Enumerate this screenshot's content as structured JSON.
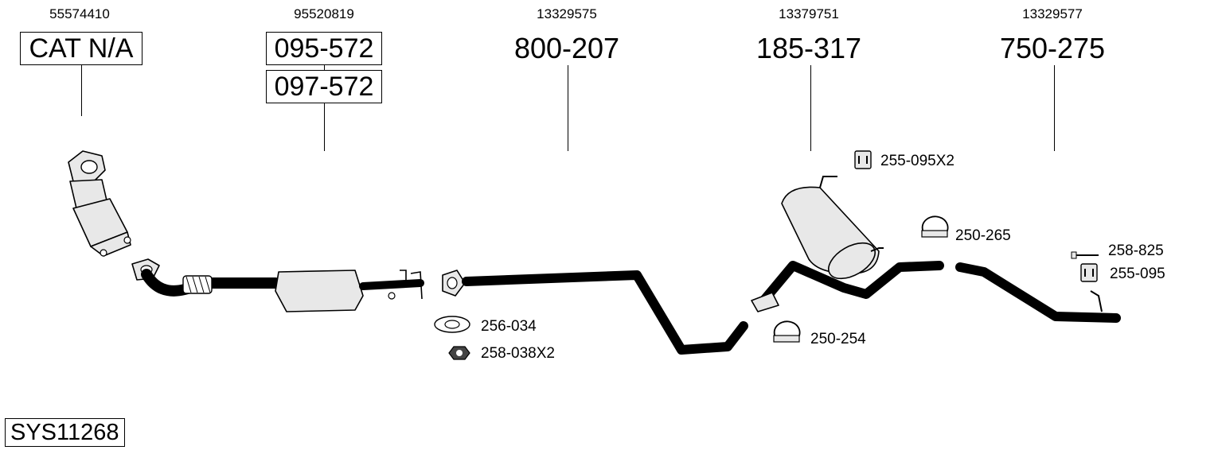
{
  "groups": [
    {
      "oem": "55574410",
      "parts": [
        "CAT N/A"
      ]
    },
    {
      "oem": "95520819",
      "parts": [
        "095-572",
        "097-572"
      ]
    },
    {
      "oem": "13329575",
      "parts": [
        "800-207"
      ]
    },
    {
      "oem": "13379751",
      "parts": [
        "185-317"
      ]
    },
    {
      "oem": "13329577",
      "parts": [
        "750-275"
      ]
    }
  ],
  "accessories": [
    "255-095X2",
    "250-265",
    "258-825",
    "255-095",
    "256-034",
    "258-038X2",
    "250-254"
  ],
  "system": "SYS11268"
}
